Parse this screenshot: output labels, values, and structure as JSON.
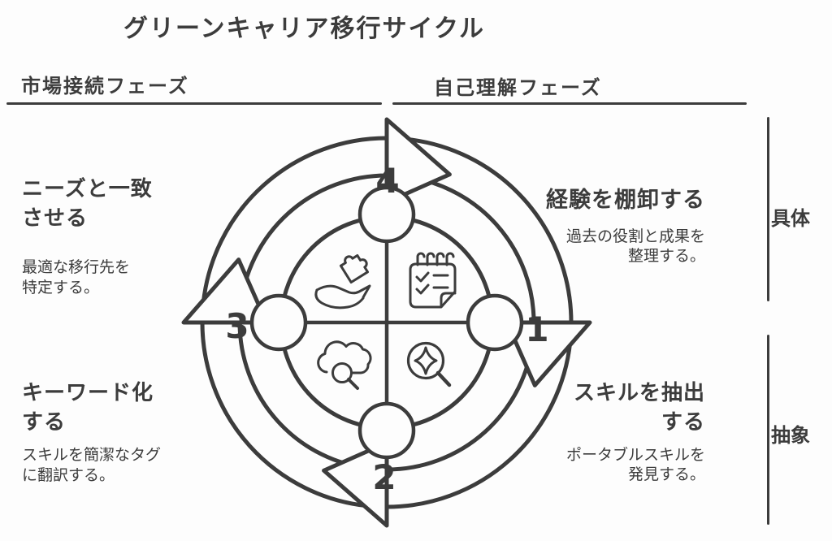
{
  "title": "グリーンキャリア移行サイクル",
  "phases": {
    "left": {
      "label": "市場接続フェーズ"
    },
    "right": {
      "label": "自己理解フェーズ"
    }
  },
  "axis_labels": {
    "concrete": "具体",
    "abstract": "抽象"
  },
  "cycle_numbers": {
    "n1": "1",
    "n2": "2",
    "n3": "3",
    "n4": "4"
  },
  "blocks": {
    "top_left": {
      "title": "ニーズと一致\nさせる",
      "body": "最適な移行先を\n特定する。"
    },
    "bottom_left": {
      "title": "キーワード化\nする",
      "body": "スキルを簡潔なタグ\nに翻訳する。"
    },
    "top_right": {
      "title": "経験を棚卸する",
      "body": "過去の役割と成果を\n整理する。"
    },
    "bottom_right": {
      "title": "スキルを抽出\nする",
      "body": "ポータブルスキルを\n発見する。"
    }
  },
  "icons": {
    "top_left_quadrant": "hand-holding-puzzle-icon",
    "top_right_quadrant": "checklist-note-icon",
    "bottom_left_quadrant": "cloud-search-icon",
    "bottom_right_quadrant": "sparkle-search-icon"
  },
  "colors": {
    "ink": "#3c3c3c",
    "background": "#fdfdfd"
  }
}
